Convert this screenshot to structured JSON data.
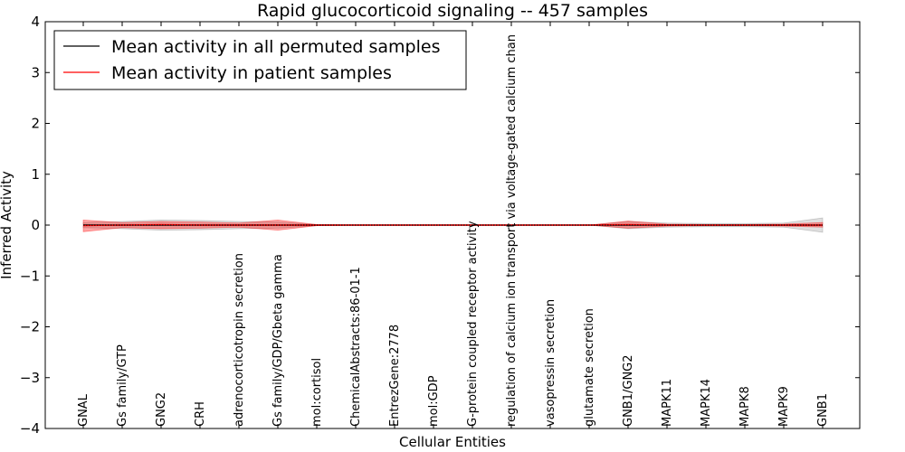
{
  "chart_data": {
    "type": "line",
    "title": "Rapid glucocorticoid signaling -- 457 samples",
    "xlabel": "Cellular Entities",
    "ylabel": "Inferred Activity",
    "ylim": [
      -4,
      4
    ],
    "yticks": [
      -4,
      -3,
      -2,
      -1,
      0,
      1,
      2,
      3,
      4
    ],
    "ytick_labels": [
      "−4",
      "−3",
      "−2",
      "−1",
      "0",
      "1",
      "2",
      "3",
      "4"
    ],
    "grid": false,
    "legend_placement": "top-left",
    "categories": [
      "GNAL",
      "Gs family/GTP",
      "GNG2",
      "CRH",
      "adrenocorticotropin secretion",
      "Gs family/GDP/Gbeta gamma",
      "mol:cortisol",
      "ChemicalAbstracts:86-01-1",
      "EntrezGene:2778",
      "mol:GDP",
      "G-protein coupled receptor activity",
      "regulation of calcium ion transport via voltage-gated calcium chan",
      "vasopressin secretion",
      "glutamate secretion",
      "GNB1/GNG2",
      "MAPK11",
      "MAPK14",
      "MAPK8",
      "MAPK9",
      "GNB1"
    ],
    "series": [
      {
        "name": "Mean activity in all permuted samples",
        "color": "#000000",
        "values": [
          0,
          0,
          0,
          0,
          0,
          0,
          0,
          0,
          0,
          0,
          0,
          0,
          0,
          0,
          0,
          0,
          0,
          0,
          0,
          0
        ],
        "band_lower": [
          -0.05,
          -0.07,
          -0.1,
          -0.09,
          -0.07,
          -0.06,
          -0.01,
          0,
          0,
          0,
          0,
          0,
          0,
          0,
          -0.07,
          -0.04,
          -0.03,
          -0.03,
          -0.04,
          -0.14
        ],
        "band_upper": [
          0.05,
          0.07,
          0.1,
          0.09,
          0.07,
          0.06,
          0.01,
          0,
          0,
          0,
          0,
          0,
          0,
          0,
          0.07,
          0.04,
          0.03,
          0.03,
          0.04,
          0.14
        ],
        "band_color": "#808080"
      },
      {
        "name": "Mean activity in patient samples",
        "color": "#ff0000",
        "values": [
          -0.01,
          0,
          0.01,
          0,
          0,
          0,
          0,
          0,
          0,
          0,
          0,
          0,
          0,
          0,
          0.01,
          0,
          0,
          0,
          0,
          0
        ],
        "band_lower": [
          -0.13,
          -0.05,
          -0.07,
          -0.06,
          -0.04,
          -0.1,
          -0.01,
          0,
          0,
          0,
          0,
          0,
          0,
          0,
          -0.06,
          -0.02,
          -0.01,
          -0.01,
          -0.02,
          -0.04
        ],
        "band_upper": [
          0.1,
          0.05,
          0.07,
          0.06,
          0.04,
          0.1,
          0.01,
          0,
          0,
          0,
          0,
          0,
          0,
          0,
          0.08,
          0.02,
          0.01,
          0.01,
          0.02,
          0.05
        ],
        "band_color": "#ff0000"
      }
    ]
  }
}
